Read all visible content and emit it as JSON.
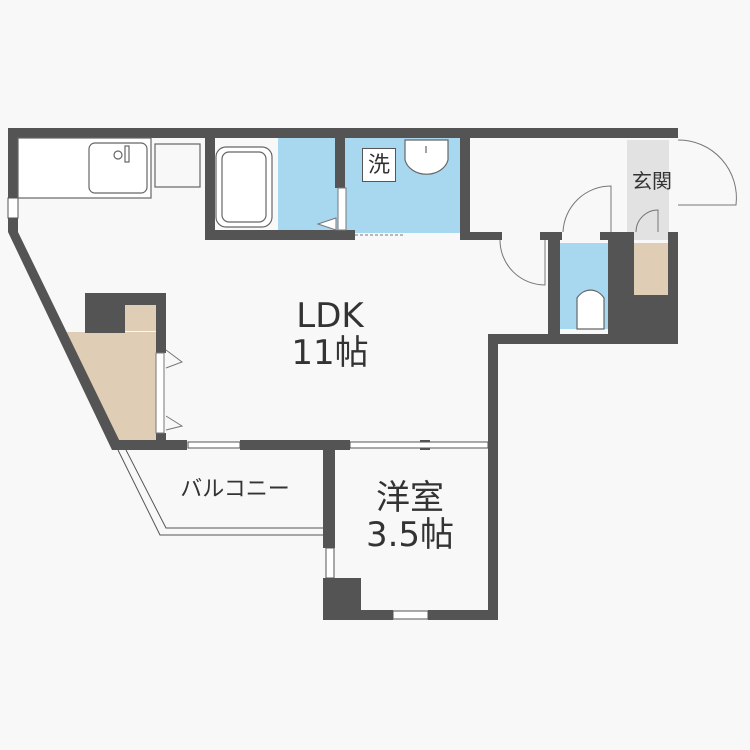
{
  "floorplan": {
    "rooms": {
      "ldk": {
        "name": "LDK",
        "size": "11帖"
      },
      "western_room": {
        "name": "洋室",
        "size": "3.5帖"
      },
      "balcony": {
        "name": "バルコニー"
      },
      "entrance": {
        "name": "玄関"
      },
      "washroom": {
        "name": "洗"
      }
    },
    "colors": {
      "wall": "#545454",
      "wet_area": "#a8d8f0",
      "storage": "#e0cdb5",
      "entrance_floor": "#e2e2e2",
      "background": "#f8f8f8"
    }
  }
}
